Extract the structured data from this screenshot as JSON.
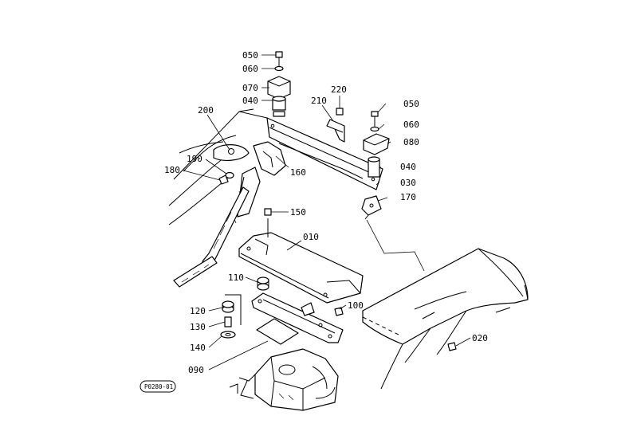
{
  "callouts": [
    {
      "id": "050",
      "label": "050"
    },
    {
      "id": "060",
      "label": "060"
    },
    {
      "id": "070",
      "label": "070"
    },
    {
      "id": "040",
      "label": "040"
    },
    {
      "id": "220",
      "label": "220"
    },
    {
      "id": "210",
      "label": "210"
    },
    {
      "id": "200",
      "label": "200"
    },
    {
      "id": "050b",
      "label": "050"
    },
    {
      "id": "060b",
      "label": "060"
    },
    {
      "id": "080",
      "label": "080"
    },
    {
      "id": "190",
      "label": "190"
    },
    {
      "id": "180",
      "label": "180"
    },
    {
      "id": "160",
      "label": "160"
    },
    {
      "id": "040b",
      "label": "040"
    },
    {
      "id": "030",
      "label": "030"
    },
    {
      "id": "170",
      "label": "170"
    },
    {
      "id": "150",
      "label": "150"
    },
    {
      "id": "010",
      "label": "010"
    },
    {
      "id": "110",
      "label": "110"
    },
    {
      "id": "100",
      "label": "100"
    },
    {
      "id": "120",
      "label": "120"
    },
    {
      "id": "130",
      "label": "130"
    },
    {
      "id": "140",
      "label": "140"
    },
    {
      "id": "020",
      "label": "020"
    },
    {
      "id": "090",
      "label": "090"
    }
  ],
  "stamp": {
    "label": "P0280-01"
  }
}
